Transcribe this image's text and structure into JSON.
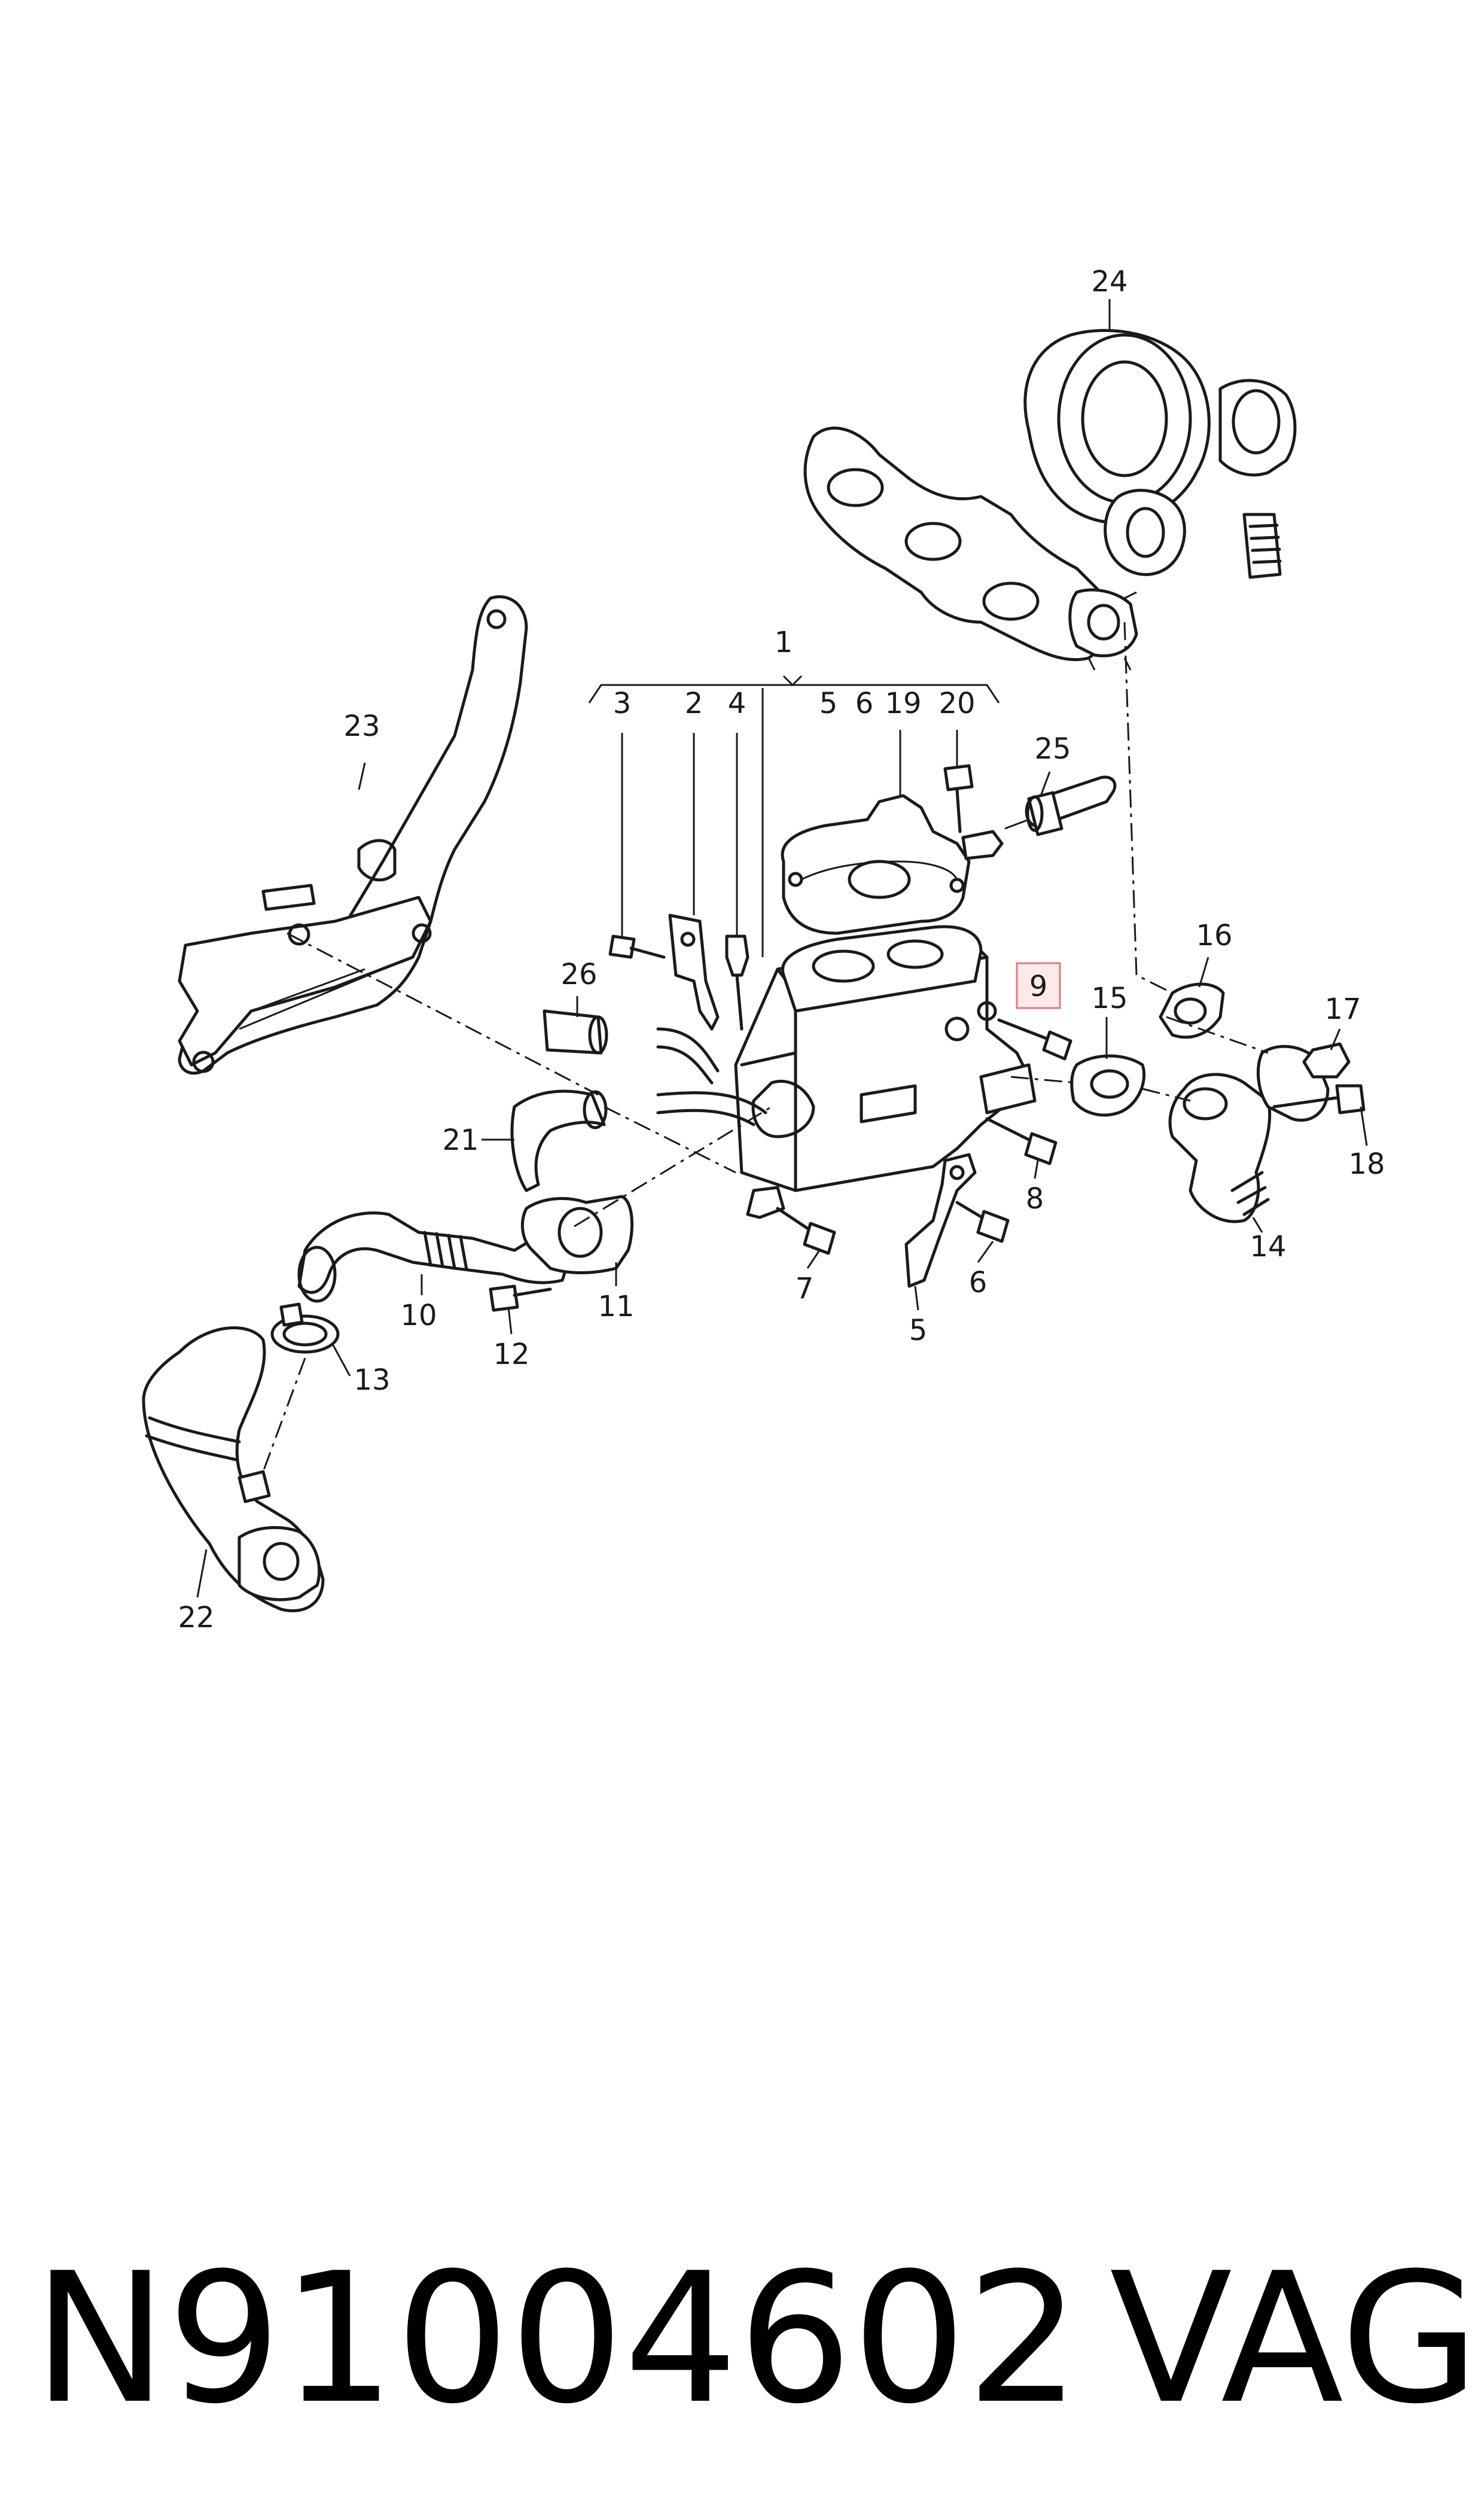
{
  "diagram": {
    "highlighted_callout": "9",
    "highlight_color": "#e07a86",
    "callouts": [
      "1",
      "2",
      "3",
      "4",
      "5",
      "6",
      "19",
      "20",
      "24",
      "25",
      "23",
      "26",
      "16",
      "17",
      "18",
      "9",
      "15",
      "14",
      "21",
      "8",
      "6",
      "7",
      "5",
      "10",
      "11",
      "12",
      "13",
      "22"
    ]
  },
  "footer": {
    "part_number": "N91004602",
    "brand": "VAG"
  }
}
